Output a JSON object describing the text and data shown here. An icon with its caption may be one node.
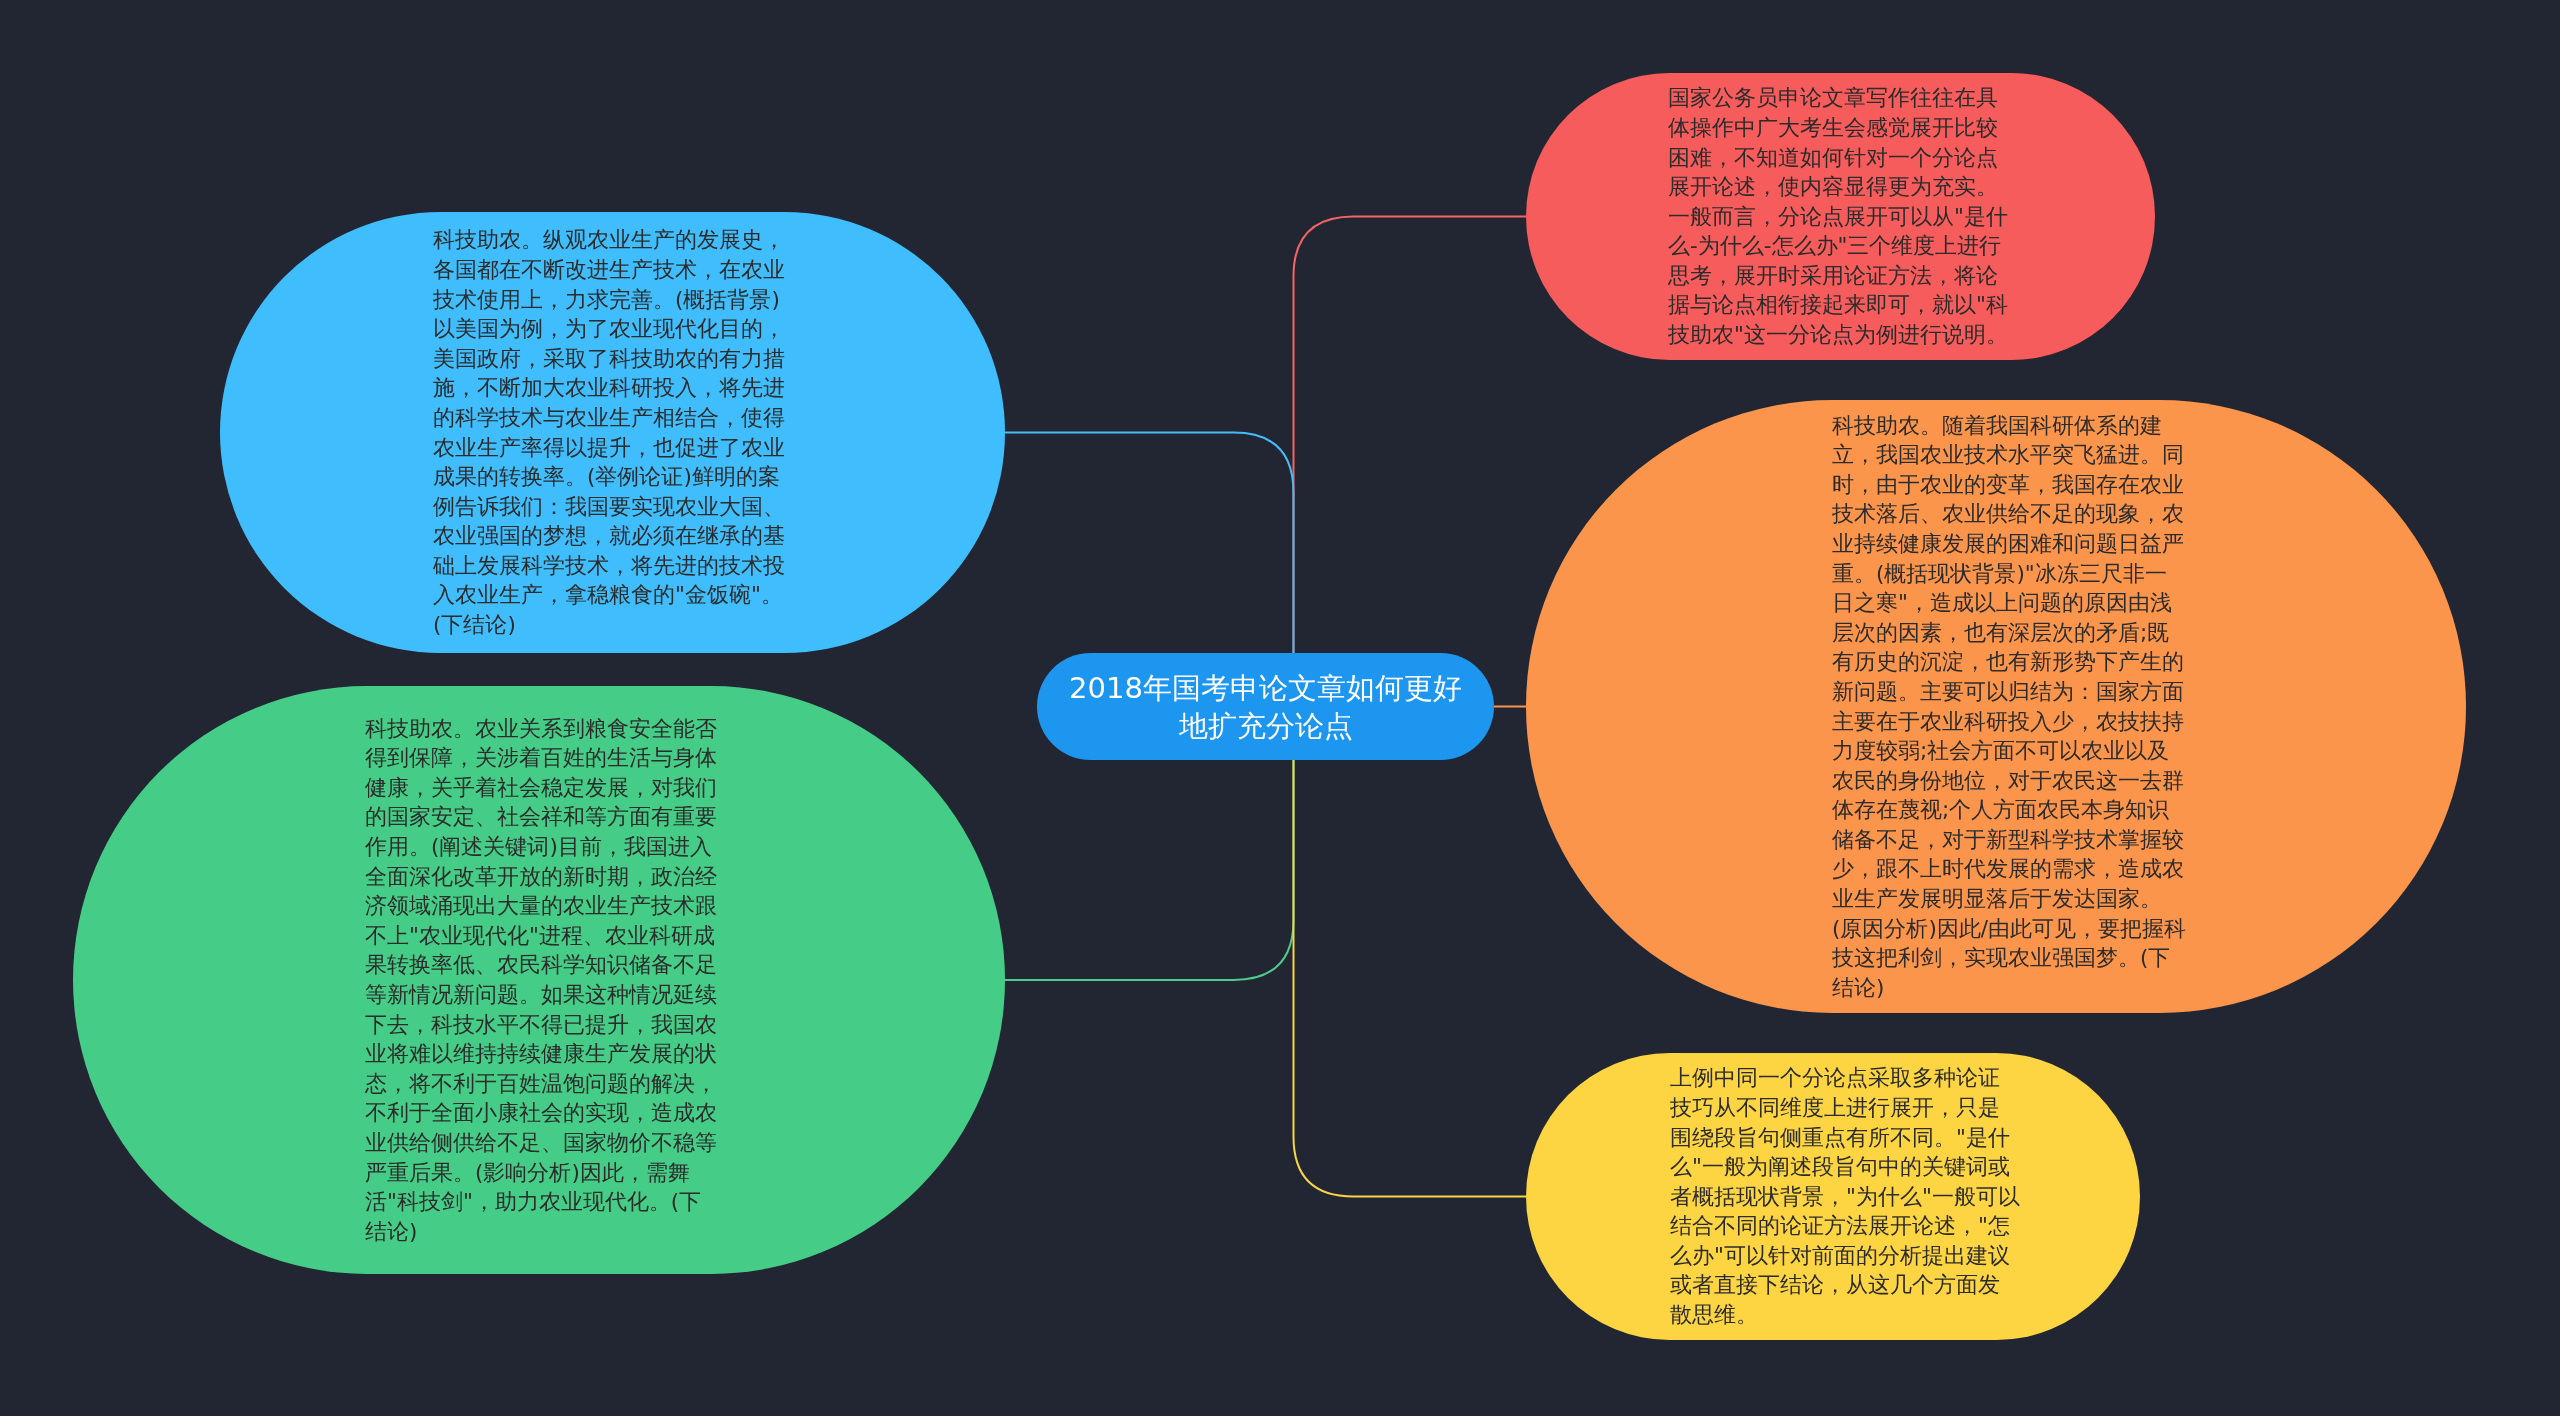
{
  "diagram": {
    "nodes": [
      {
        "text": [
          "2018年国考申论文章如何更好地扩充分论点"
        ]
      },
      {
        "text": [
          "国家公务员申论文章写作往往在具体操作中广大考生会感觉展开比较困难，不知道如何针对一个分论点展开论述，使内容显得更为充实。一般而言，分论点展开可以从\"是什么-为什么-怎么办\"三个维度上进行思考，展开时采用论证方法，将论据与论点相衔接起来即可，就以\"科技助农\"这一分论点为例进行说明。"
        ]
      },
      {
        "text": [
          "科技助农。纵观农业生产的发展史，各国都在不断改进生产技术，在农业技术使用上，力求完善。(概括背景)以美国为例，为了农业现代化目的，美国政府，采取了科技助农的有力措施，不断加大农业科研投入，将先进的科学技术与农业生产相结合，使得农业生产率得以提升，也促进了农业成果的转换率。(举例论证)鲜明的案例告诉我们：我国要实现农业大国、农业强国的梦想，就必须在继承的基础上发展科学技术，将先进的技术投入农业生产，拿稳粮食的\"金饭碗\"。(下结论)"
        ]
      },
      {
        "text": [
          "科技助农。随着我国科研体系的建立，我国农业技术水平突飞猛进。同时，由于农业的变革，我国存在农业技术落后、农业供给不足的现象，农业持续健康发展的困难和问题日益严重。(概括现状背景)\"冰冻三尺非一日之寒\"，造成以上问题的原因由浅层次的因素，也有深层次的矛盾;既有历史的沉淀，也有新形势下产生的新问题。主要可以归结为：国家方面主要在于农业科研投入少，农技扶持力度较弱;社会方面不可以农业以及农民的身份地位，对于农民这一去群体存在蔑视;个人方面农民本身知识储备不足，对于新型科学技术掌握较少，跟不上时代发展的需求，造成农业生产发展明显落后于发达国家。(原因分析)因此/由此可见，要把握科技这把利剑，实现农业强国梦。(下结论)"
        ]
      },
      {
        "text": [
          "科技助农。农业关系到粮食安全能否得到保障，关涉着百姓的生活与身体健康，关乎着社会稳定发展，对我们的国家安定、社会祥和等方面有重要作用。(阐述关键词)目前，我国进入全面深化改革开放的新时期，政治经济领域涌现出大量的农业生产技术跟不上\"农业现代化\"进程、农业科研成果转换率低、农民科学知识储备不足等新情况新问题。如果这种情况延续下去，科技水平不得已提升，我国农业将难以维持持续健康生产发展的状态，将不利于百姓温饱问题的解决，不利于全面小康社会的实现，造成农业供给侧供给不足、国家物价不稳等严重后果。(影响分析)因此，需舞活\"科技剑\"，助力农业现代化。(下结论)"
        ]
      },
      {
        "text": [
          "上例中同一个分论点采取多种论证技巧从不同维度上进行展开，只是围绕段旨句侧重点有所不同。\"是什么\"一般为阐述段旨句中的关键词或者概括现状背景，\"为什么\"一般可以结合不同的论证方法展开论述，\"怎么办\"可以针对前面的分析提出建议或者直接下结论，从这几个方面发散思维。"
        ]
      }
    ],
    "edges": [
      {
        "from": 0,
        "to": 1,
        "arrow": "none",
        "color": "#f36464"
      },
      {
        "from": 0,
        "to": 2,
        "arrow": "none",
        "color": "#44bdf8"
      },
      {
        "from": 0,
        "to": 3,
        "arrow": "none",
        "color": "#f79452"
      },
      {
        "from": 0,
        "to": 4,
        "arrow": "none",
        "color": "#4ccb8a"
      },
      {
        "from": 0,
        "to": 5,
        "arrow": "none",
        "color": "#f8d447"
      }
    ]
  }
}
